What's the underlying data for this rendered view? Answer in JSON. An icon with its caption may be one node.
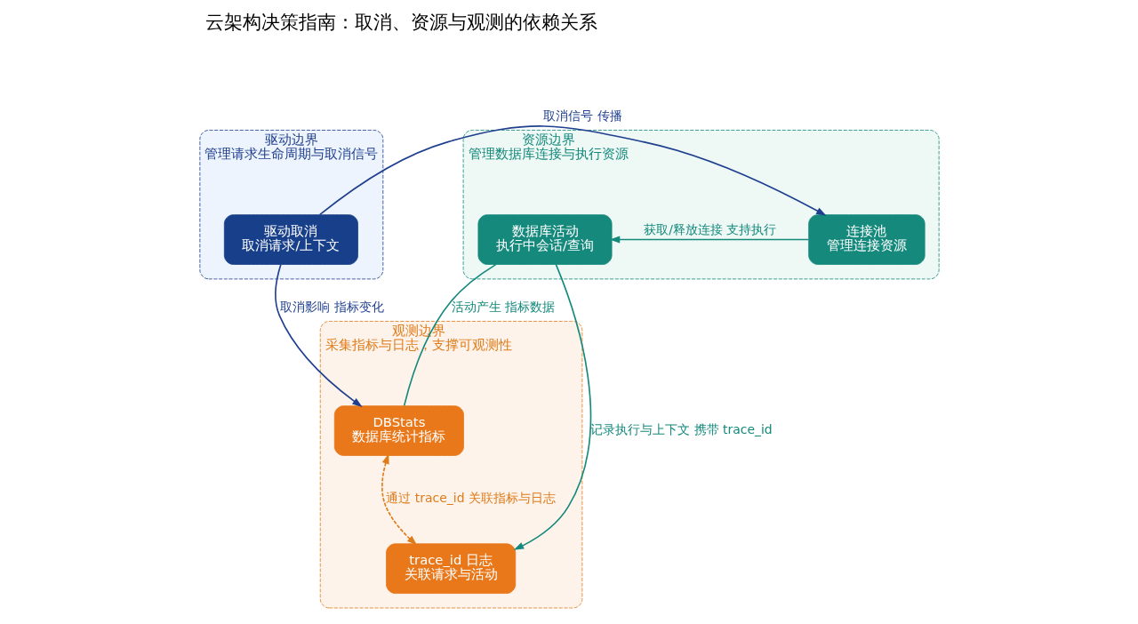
{
  "diagram": {
    "title": "云架构决策指南：取消、资源与观测的依赖关系",
    "nodes": [
      {
        "text": [
          "驱动边界",
          "管理请求生命周期与取消信号"
        ]
      },
      {
        "text": [
          "驱动取消",
          "取消请求/上下文"
        ],
        "in": 0
      },
      {
        "text": [
          "资源边界",
          "管理数据库连接与执行资源"
        ]
      },
      {
        "text": [
          "连接池",
          "管理连接资源"
        ],
        "in": 2
      },
      {
        "text": [
          "数据库活动",
          "执行中会话/查询"
        ],
        "in": 2
      },
      {
        "text": [
          "观测边界",
          "采集指标与日志，支撑可观测性"
        ]
      },
      {
        "text": [
          "DBStats",
          "数据库统计指标"
        ],
        "in": 5
      },
      {
        "text": [
          "trace_id 日志",
          "关联请求与活动"
        ],
        "in": 5
      }
    ],
    "edges": [
      {
        "from": 1,
        "to": 3,
        "arrow": "to",
        "label": "取消信号 传播",
        "color": "#1f3f8f"
      },
      {
        "from": 3,
        "to": 4,
        "arrow": "to",
        "label": "获取/释放连接 支持执行"
      },
      {
        "from": 1,
        "to": 6,
        "arrow": "to",
        "label": "取消影响 指标变化",
        "color": "#1f3f8f"
      },
      {
        "from": 4,
        "to": 6,
        "arrow": "none",
        "label": "活动产生 指标数据"
      },
      {
        "from": 4,
        "to": 7,
        "arrow": "to",
        "label": "记录执行与上下文 携带 trace_id"
      },
      {
        "from": 6,
        "to": 7,
        "arrow": "both",
        "label": "通过 trace_id 关联指标与日志",
        "style": "dashed",
        "color": "#e07b1a"
      }
    ]
  }
}
